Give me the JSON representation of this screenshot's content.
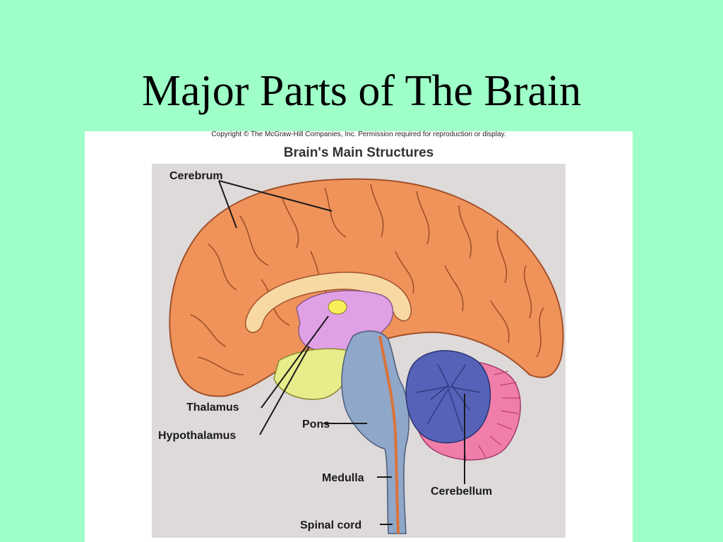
{
  "slide": {
    "title": "Major Parts of The Brain"
  },
  "figure": {
    "copyright": "Copyright © The McGraw-Hill Companies, Inc. Permission required for reproduction or display.",
    "heading": "Brain's Main Structures",
    "labels": {
      "cerebrum": "Cerebrum",
      "thalamus": "Thalamus",
      "hypothalamus": "Hypothalamus",
      "pons": "Pons",
      "medulla": "Medulla",
      "cerebellum": "Cerebellum",
      "spinal_cord": "Spinal cord"
    },
    "colors": {
      "cerebrum": "#f0935a",
      "corpus_callosum": "#f8d9a4",
      "thalamus": "#e0a0e6",
      "thalamus_core": "#f8ef5a",
      "hypothalamus": "#e8ec8a",
      "brainstem": "#8fa7c8",
      "cerebellum_inner": "#5562b8",
      "cerebellum_outer": "#f07ea8",
      "background": "#dedada"
    }
  }
}
